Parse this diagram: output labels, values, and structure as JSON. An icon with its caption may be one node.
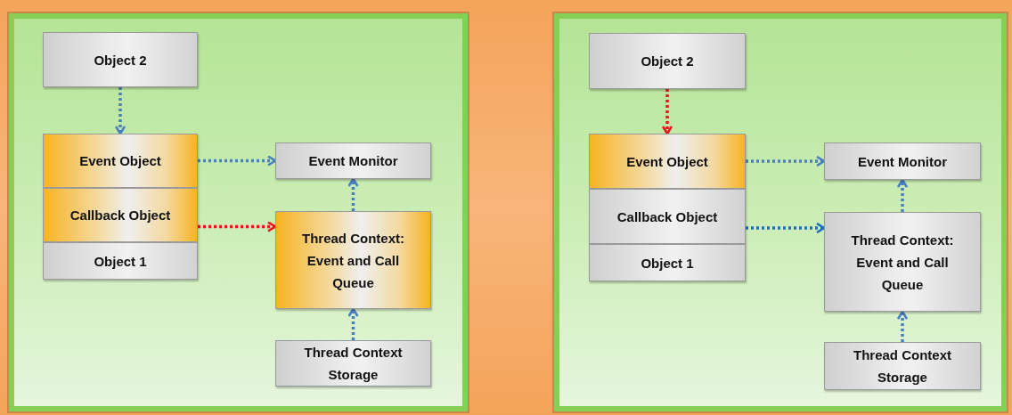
{
  "diagram": {
    "nodes": [
      {
        "text": [],
        "shape": "box"
      },
      {
        "text": [
          "Object 2"
        ],
        "in": 0
      },
      {
        "text": [
          "Event Object"
        ],
        "in": 0
      },
      {
        "text": [
          "Callback Object"
        ],
        "in": 0
      },
      {
        "text": [
          "Object 1"
        ],
        "in": 0
      },
      {
        "text": [
          "Event Monitor"
        ],
        "in": 0
      },
      {
        "text": [
          "Thread Context: Event and Call Queue"
        ],
        "in": 0
      },
      {
        "text": [
          "Thread Context Storage"
        ],
        "in": 0
      },
      {
        "text": [],
        "shape": "box"
      },
      {
        "text": [
          "Object 2"
        ],
        "in": 8
      },
      {
        "text": [
          "Event Object"
        ],
        "in": 8
      },
      {
        "text": [
          "Callback Object"
        ],
        "in": 8
      },
      {
        "text": [
          "Object 1"
        ],
        "in": 8
      },
      {
        "text": [
          "Event Monitor"
        ],
        "in": 8
      },
      {
        "text": [
          "Thread Context: Event and Call Queue"
        ],
        "in": 8
      },
      {
        "text": [
          "Thread Context Storage"
        ],
        "in": 8
      }
    ],
    "edges": [
      {
        "from": 1,
        "to": 2,
        "arrow": "to",
        "style": "dashed"
      },
      {
        "from": 2,
        "to": 5,
        "arrow": "to",
        "style": "dashed"
      },
      {
        "from": 3,
        "to": 6,
        "arrow": "to",
        "style": "dashed",
        "color": "#e8141b"
      },
      {
        "from": 6,
        "to": 5,
        "arrow": "to",
        "style": "dashed"
      },
      {
        "from": 7,
        "to": 6,
        "arrow": "to",
        "style": "dashed"
      },
      {
        "from": 9,
        "to": 10,
        "arrow": "to",
        "style": "dashed",
        "color": "#e8141b"
      },
      {
        "from": 10,
        "to": 13,
        "arrow": "to",
        "style": "dashed"
      },
      {
        "from": 11,
        "to": 14,
        "arrow": "to",
        "style": "dashed",
        "color": "#1f6fc0"
      },
      {
        "from": 14,
        "to": 13,
        "arrow": "to",
        "style": "dashed"
      },
      {
        "from": 15,
        "to": 14,
        "arrow": "to",
        "style": "dashed"
      }
    ]
  }
}
